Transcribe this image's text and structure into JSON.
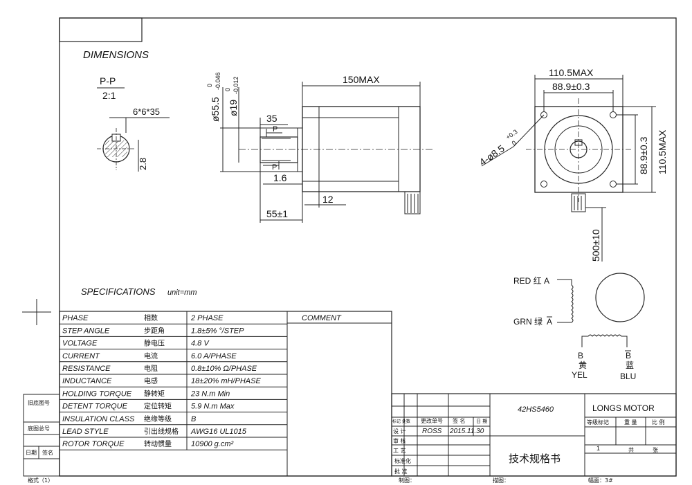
{
  "header": {
    "dimensions_title": "DIMENSIONS",
    "specifications_title": "SPECIFICATIONS",
    "unit_note": "unit=mm"
  },
  "section_view": {
    "label": "P-P",
    "scale": "2:1",
    "key_size": "6*6*35",
    "flat_depth": "2.8"
  },
  "side_view": {
    "length": "150MAX",
    "boss_dia_main": "ø55.5",
    "boss_dia_tol_upper": "0",
    "boss_dia_tol_lower": "-0.046",
    "shaft_dia_main": "ø19",
    "shaft_dia_tol_upper": "0",
    "shaft_dia_tol_lower": "-0.012",
    "key_length": "35",
    "section_mark": "P",
    "boss_height": "1.6",
    "flange_thickness": "12",
    "shaft_length": "55±1"
  },
  "front_view": {
    "overall_width": "110.5MAX",
    "hole_pitch_h": "88.9±0.3",
    "hole_pitch_v": "88.9±0.3",
    "overall_height": "110.5MAX",
    "holes_main": "4-ø8.5",
    "holes_tol_upper": "+0.3",
    "holes_tol_lower": "0",
    "lead_length": "500±10"
  },
  "wiring": {
    "red_label": "RED  红  A",
    "grn_prefix": "GRN  绿  ",
    "grn_phase": "A",
    "b_left": "B",
    "b_left_cn": "黄",
    "b_left_color": "YEL",
    "b_right": "B",
    "b_right_cn": "蓝",
    "b_right_color": "BLU"
  },
  "specs": {
    "comment_header": "COMMENT",
    "rows": [
      {
        "name": "PHASE",
        "cn": "相数",
        "value": "2  PHASE"
      },
      {
        "name": "STEP ANGLE",
        "cn": "步距角",
        "value": "1.8±5% °/STEP"
      },
      {
        "name": "VOLTAGE",
        "cn": "静电压",
        "value": "4.8 V"
      },
      {
        "name": "CURRENT",
        "cn": "电流",
        "value": "6.0 A/PHASE"
      },
      {
        "name": "RESISTANCE",
        "cn": "电阻",
        "value": "0.8±10%  Ω/PHASE"
      },
      {
        "name": "INDUCTANCE",
        "cn": "电感",
        "value": "18±20% mH/PHASE"
      },
      {
        "name": "HOLDING TORQUE",
        "cn": "静转矩",
        "value": "23 N.m Min"
      },
      {
        "name": "DETENT TORQUE",
        "cn": "定位转矩",
        "value": "5.9 N.m Max"
      },
      {
        "name": "INSULATION CLASS",
        "cn": "绝缘等级",
        "value": "B"
      },
      {
        "name": "LEAD STYLE",
        "cn": "引出线规格",
        "value": "AWG16 UL1015"
      },
      {
        "name": "ROTOR TORQUE",
        "cn": "转动惯量",
        "value": "10900 g.cm²"
      }
    ]
  },
  "left_margin": {
    "original_drawing_no": "旧底图号",
    "base_drawing_no": "底图总号",
    "date": "日期",
    "signature": "签名",
    "format": "格式（1）"
  },
  "title_block": {
    "model": "42HS5460",
    "company": "LONGS MOTOR",
    "doc_title": "技术规格书",
    "col_headers": [
      "等级标记",
      "重 量",
      "比 例"
    ],
    "qty_sheet": "1",
    "sheet_total": "共",
    "sheet_no": "张",
    "marker_header": "标记 处数",
    "change_doc": "更改单号",
    "sign": "签 名",
    "date_col": "日 期",
    "design": "设 计",
    "designer": "ROSS",
    "design_date": "2015.11.30",
    "review": "审 核",
    "process": "工 艺",
    "standard": "标准化",
    "approve": "批 准",
    "drawn": "制图：",
    "traced": "描图：",
    "format": "幅面：3#"
  }
}
